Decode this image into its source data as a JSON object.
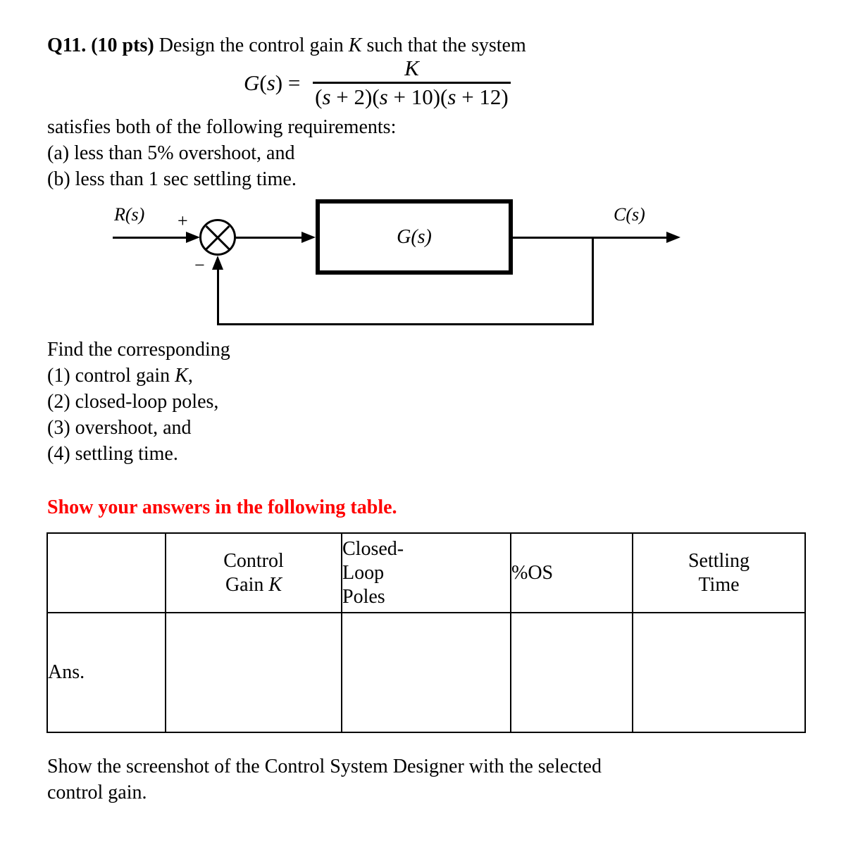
{
  "colors": {
    "background": "#ffffff",
    "text": "#000000",
    "heading_red": "#ff0000"
  },
  "question": {
    "number_bold": "Q11. (10 pts)",
    "title_mid": " Design the control gain ",
    "title_var": "K",
    "title_tail": " such that the system"
  },
  "formula": {
    "func": "G",
    "lp": "(",
    "var": "s",
    "rp": ")",
    "eq": " = ",
    "numerator": "K",
    "factors": [
      {
        "pre": "(",
        "var": "s",
        "post": " + 2)"
      },
      {
        "pre": "(",
        "var": "s",
        "post": " + 10)"
      },
      {
        "pre": "(",
        "var": "s",
        "post": " + 12)"
      }
    ]
  },
  "requirements": {
    "lead": "satisfies both of the following requirements:",
    "items": [
      "(a) less than 5% overshoot, and",
      "(b) less than 1 sec settling time."
    ]
  },
  "diagram": {
    "input_label": "R(s)",
    "plus_sign": "+",
    "minus_sign": "−",
    "block_label": "G(s)",
    "output_label": "C(s)"
  },
  "find": {
    "lead": "Find the corresponding",
    "item1_pre": "(1) control gain ",
    "item1_var": "K",
    "item1_post": ",",
    "items": [
      "(2) closed-loop poles,",
      "(3) overshoot, and",
      "(4) settling time."
    ]
  },
  "table_heading": "Show your answers in the following table.",
  "table": {
    "header": {
      "blank": "",
      "control_line1": "Control",
      "control_line2_pre": "Gain ",
      "control_line2_var": "K",
      "closed_lines": [
        "Closed-",
        "Loop",
        "Poles"
      ],
      "os": "%OS",
      "settling_lines": [
        "Settling",
        "Time"
      ]
    },
    "answer_label": "Ans."
  },
  "footer": {
    "lines": [
      "Show the screenshot of the Control System Designer with the selected",
      "control gain."
    ]
  }
}
